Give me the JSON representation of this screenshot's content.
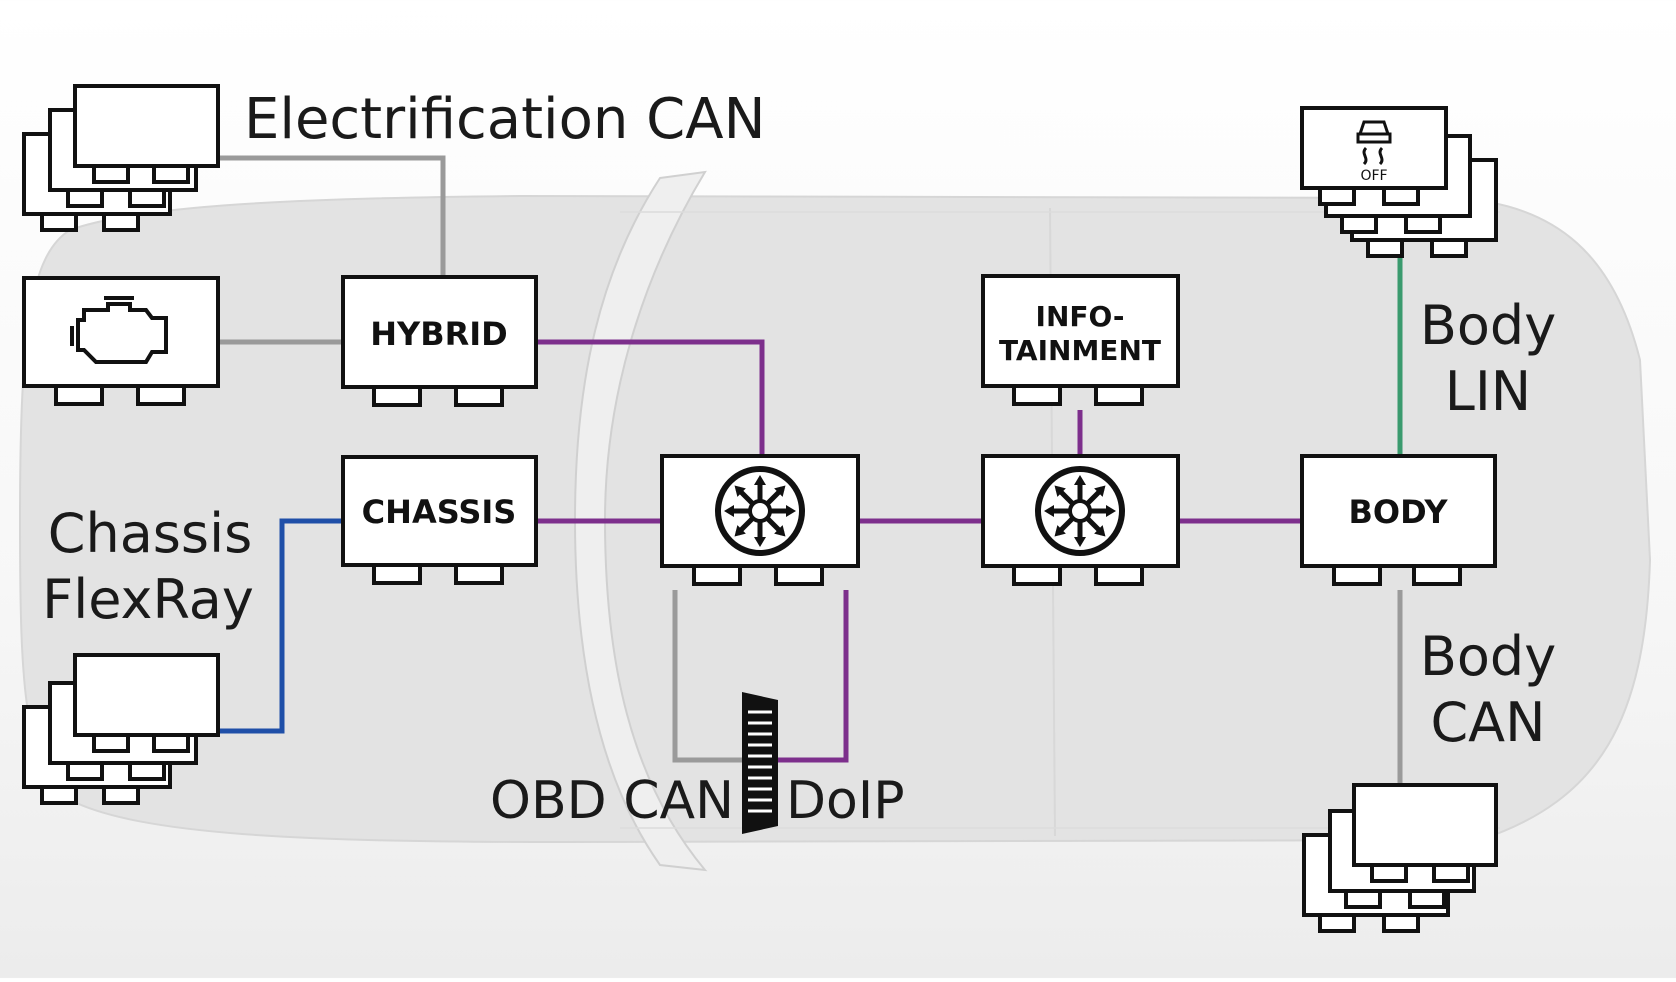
{
  "labels": {
    "electrification_can": "Electrification CAN",
    "chassis_flexray_line1": "Chassis",
    "chassis_flexray_line2": "FlexRay",
    "body_lin_line1": "Body",
    "body_lin_line2": "LIN",
    "body_can_line1": "Body",
    "body_can_line2": "CAN",
    "obd_can": "OBD CAN",
    "doip": "DoIP"
  },
  "ecus": {
    "hybrid": "HYBRID",
    "chassis": "CHASSIS",
    "infotainment_line1": "INFO-",
    "infotainment_line2": "TAINMENT",
    "body": "BODY",
    "traction_off": "OFF"
  },
  "icons": [
    "engine-icon",
    "gateway-icon",
    "traction-control-off-icon",
    "obd-connector-icon"
  ],
  "colors": {
    "electrification_can": "#9a9a9a",
    "ethernet": "#7d2f8c",
    "flexray": "#1f4fa8",
    "lin": "#3a9a6e",
    "body_can": "#9a9a9a",
    "obd_can": "#9a9a9a",
    "doip": "#7d2f8c",
    "ecu_outline": "#111111"
  }
}
